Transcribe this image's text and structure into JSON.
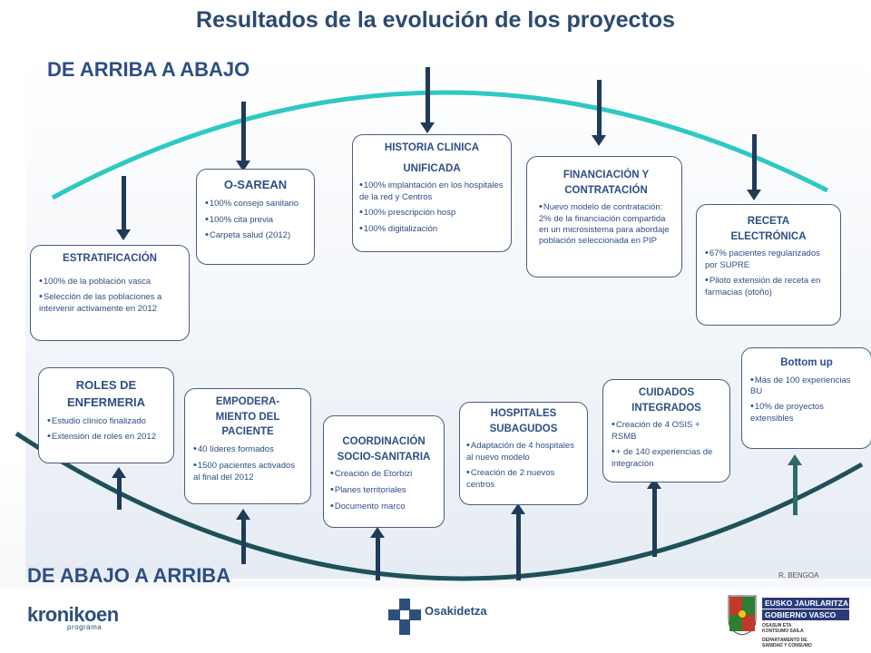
{
  "title": "Resultados de la evolución de los proyectos",
  "top_caption": "DE ARRIBA A ABAJO",
  "bottom_caption": "DE ABAJO A ARRIBA",
  "author": "R. BENGOA",
  "colors": {
    "title": "#2a4a70",
    "card_text": "#2f4e85",
    "arc_top": "#2ec9c4",
    "arc_bottom": "#1e5158",
    "arrow": "#1f3b5a"
  },
  "top_boxes": [
    {
      "head": [
        "ESTRATIFICACIÓN"
      ],
      "items": [
        "100%   de la población vasca",
        "Selección de las poblaciones a intervenir activamente en 2012"
      ]
    },
    {
      "head": [
        "O-SAREAN"
      ],
      "items": [
        "100% consejo sanitario",
        "100% cita previa",
        "Carpeta salud (2012)"
      ]
    },
    {
      "head": [
        "HISTORIA CLINICA",
        "UNIFICADA"
      ],
      "items": [
        "100% implantación en los hospitales de la red y Centros",
        "100% prescripción hosp",
        "100% digitalización"
      ]
    },
    {
      "head": [
        "FINANCIACIÓN Y",
        "CONTRATACIÓN"
      ],
      "items": [
        "Nuevo modelo de contratación: 2% de la financiación compartida en un microsistema para abordaje población seleccionada en PIP"
      ]
    },
    {
      "head": [
        "RECETA",
        "ELECTRÓNICA"
      ],
      "items": [
        "67% pacientes regularizados por SUPRE",
        "Piloto extensión de receta en farmacias (otoño)"
      ]
    }
  ],
  "bottom_boxes": [
    {
      "head": [
        "ROLES DE",
        "ENFERMERIA"
      ],
      "items": [
        "Estudio clínico finalizado",
        "Extensión de roles en 2012"
      ]
    },
    {
      "head": [
        "EMPODERA-",
        "MIENTO DEL",
        "PACIENTE"
      ],
      "items": [
        "40 líderes formados",
        "1500 pacientes activados al final del 2012"
      ]
    },
    {
      "head": [
        "COORDINACIÓN",
        "SOCIO-SANITARIA"
      ],
      "items": [
        "Creación de Etorbizi",
        "Planes territoriales",
        "Documento marco"
      ]
    },
    {
      "head": [
        "HOSPITALES",
        "SUBAGUDOS"
      ],
      "items": [
        "Adaptación de 4 hospitales al nuevo modelo",
        "Creación de 2 nuevos centros"
      ]
    },
    {
      "head": [
        "CUIDADOS",
        "INTEGRADOS"
      ],
      "items": [
        "Creación de 4 OSIS + RSMB",
        "+ de 140 experiencias de integración"
      ]
    },
    {
      "head": [
        "Bottom up"
      ],
      "items": [
        "Más de 100 experiencias BU",
        "10% de proyectos extensibles"
      ]
    }
  ],
  "logos": {
    "kronikoen": "kronikoen",
    "kronikoen_sub": "programa",
    "osakidetza": "Osakidetza",
    "gv_line1": "EUSKO JAURLARITZA",
    "gv_line2": "GOBIERNO VASCO",
    "gv_small1": "OSASUN ETA KONTSUMO SAILA",
    "gv_small2": "DEPARTAMENTO DE SANIDAD Y CONSUMO"
  }
}
